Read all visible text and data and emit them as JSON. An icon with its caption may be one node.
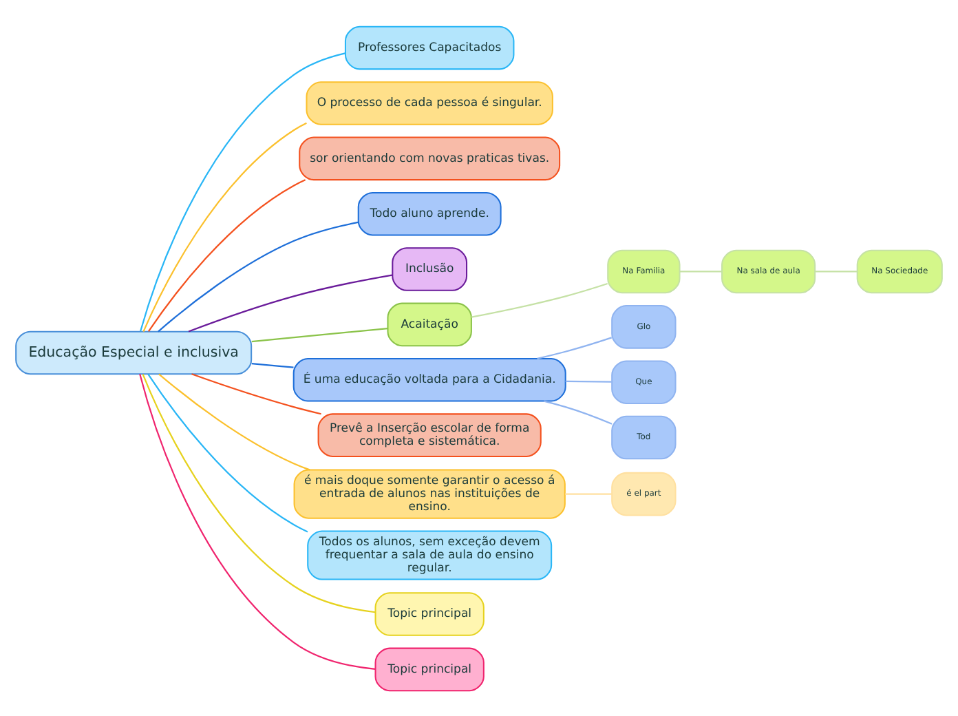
{
  "diagram": {
    "nodes": [
      {
        "text": [
          "Educação Especial e inclusiva"
        ]
      },
      {
        "text": [
          "Professores Capacitados"
        ]
      },
      {
        "text": [
          "O processo de cada pessoa é singular."
        ]
      },
      {
        "text": [
          "sor orientando com novas praticas tivas."
        ]
      },
      {
        "text": [
          "Todo aluno aprende."
        ]
      },
      {
        "text": [
          "Inclusão"
        ]
      },
      {
        "text": [
          "Acaitação"
        ]
      },
      {
        "text": [
          "É uma educação voltada para a Cidadania."
        ]
      },
      {
        "text": [
          "Prevê a Inserção escolar de forma completa e sistemática."
        ]
      },
      {
        "text": [
          "é mais doque somente garantir o acesso á entrada de alunos nas instituições de ensino."
        ]
      },
      {
        "text": [
          "Todos os alunos, sem exceção devem frequentar a sala de aula do ensino regular."
        ]
      },
      {
        "text": [
          "Topic principal"
        ]
      },
      {
        "text": [
          "Topic principal"
        ]
      },
      {
        "text": [
          "Glo"
        ]
      },
      {
        "text": [
          "Que"
        ]
      },
      {
        "text": [
          "Tod"
        ]
      },
      {
        "text": [
          "é el part"
        ]
      },
      {
        "text": [
          "Na Familia"
        ]
      },
      {
        "text": [
          "Na sala de aula"
        ]
      },
      {
        "text": [
          "Na Sociedade"
        ]
      }
    ],
    "edges": [
      {
        "from": 0,
        "to": 1,
        "arrow": "none",
        "color": "#29b6f6"
      },
      {
        "from": 0,
        "to": 2,
        "arrow": "none",
        "color": "#fbc02d"
      },
      {
        "from": 0,
        "to": 3,
        "arrow": "none",
        "color": "#f4511e"
      },
      {
        "from": 0,
        "to": 4,
        "arrow": "none",
        "color": "#1e6fd9"
      },
      {
        "from": 0,
        "to": 5,
        "arrow": "none",
        "color": "#6a1b9a"
      },
      {
        "from": 0,
        "to": 6,
        "arrow": "none",
        "color": "#8bc34a"
      },
      {
        "from": 0,
        "to": 7,
        "arrow": "none",
        "color": "#1e6fd9"
      },
      {
        "from": 0,
        "to": 8,
        "arrow": "none",
        "color": "#f4511e"
      },
      {
        "from": 0,
        "to": 9,
        "arrow": "none",
        "color": "#fbc02d"
      },
      {
        "from": 0,
        "to": 10,
        "arrow": "none",
        "color": "#29b6f6"
      },
      {
        "from": 0,
        "to": 11,
        "arrow": "none",
        "color": "#e6d21e"
      },
      {
        "from": 0,
        "to": 12,
        "arrow": "none",
        "color": "#f0246e"
      },
      {
        "from": 7,
        "to": 13,
        "arrow": "none",
        "color": "#90b4f0"
      },
      {
        "from": 7,
        "to": 14,
        "arrow": "none",
        "color": "#90b4f0"
      },
      {
        "from": 7,
        "to": 15,
        "arrow": "none",
        "color": "#90b4f0"
      },
      {
        "from": 9,
        "to": 16,
        "arrow": "none",
        "color": "#ffe0a0"
      },
      {
        "from": 6,
        "to": 17,
        "arrow": "none",
        "color": "#c5e1a5"
      },
      {
        "from": 17,
        "to": 18,
        "arrow": "none",
        "color": "#c5e1a5"
      },
      {
        "from": 18,
        "to": 19,
        "arrow": "none",
        "color": "#c5e1a5"
      }
    ]
  }
}
